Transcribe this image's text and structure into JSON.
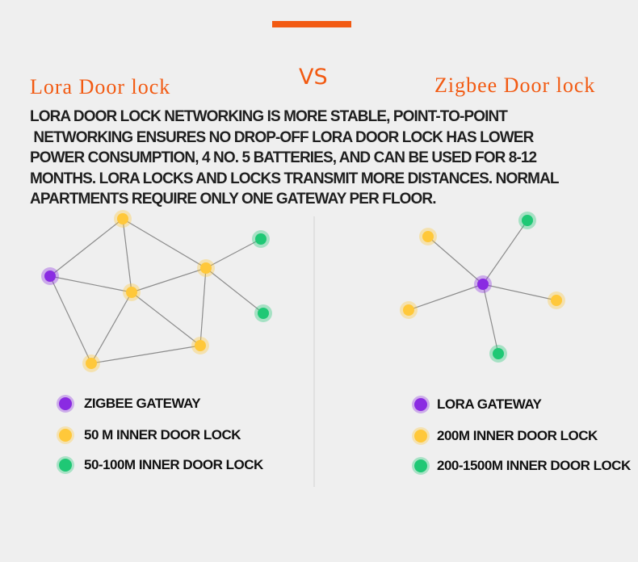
{
  "header": {
    "vs_label": "VS",
    "left_title": "Lora Door lock",
    "right_title": "Zigbee Door lock"
  },
  "description": "LORA DOOR LOCK NETWORKING IS MORE STABLE, POINT-TO-POINT\n NETWORKING ENSURES NO DROP-OFF LORA DOOR LOCK HAS LOWER\nPOWER CONSUMPTION, 4 NO. 5 BATTERIES, AND CAN BE USED FOR 8-12\nMONTHS. LORA LOCKS AND LOCKS TRANSMIT MORE DISTANCES. NORMAL\nAPARTMENTS REQUIRE ONLY ONE GATEWAY PER FLOOR.",
  "colors": {
    "accent": "#f25a12",
    "gateway": "#8a2be2",
    "inner_lock": "#ffc83a",
    "outer_lock": "#1fc875",
    "edge": "#8c8c8c"
  },
  "left_legend": [
    {
      "label": "ZIGBEE GATEWAY",
      "color_key": "gateway"
    },
    {
      "label": "50 M INNER DOOR LOCK",
      "color_key": "inner_lock"
    },
    {
      "label": "50-100M INNER DOOR LOCK",
      "color_key": "outer_lock"
    }
  ],
  "right_legend": [
    {
      "label": "LORA GATEWAY",
      "color_key": "gateway"
    },
    {
      "label": "200M INNER DOOR LOCK",
      "color_key": "inner_lock"
    },
    {
      "label": "200-1500M INNER DOOR LOCK",
      "color_key": "outer_lock"
    }
  ]
}
